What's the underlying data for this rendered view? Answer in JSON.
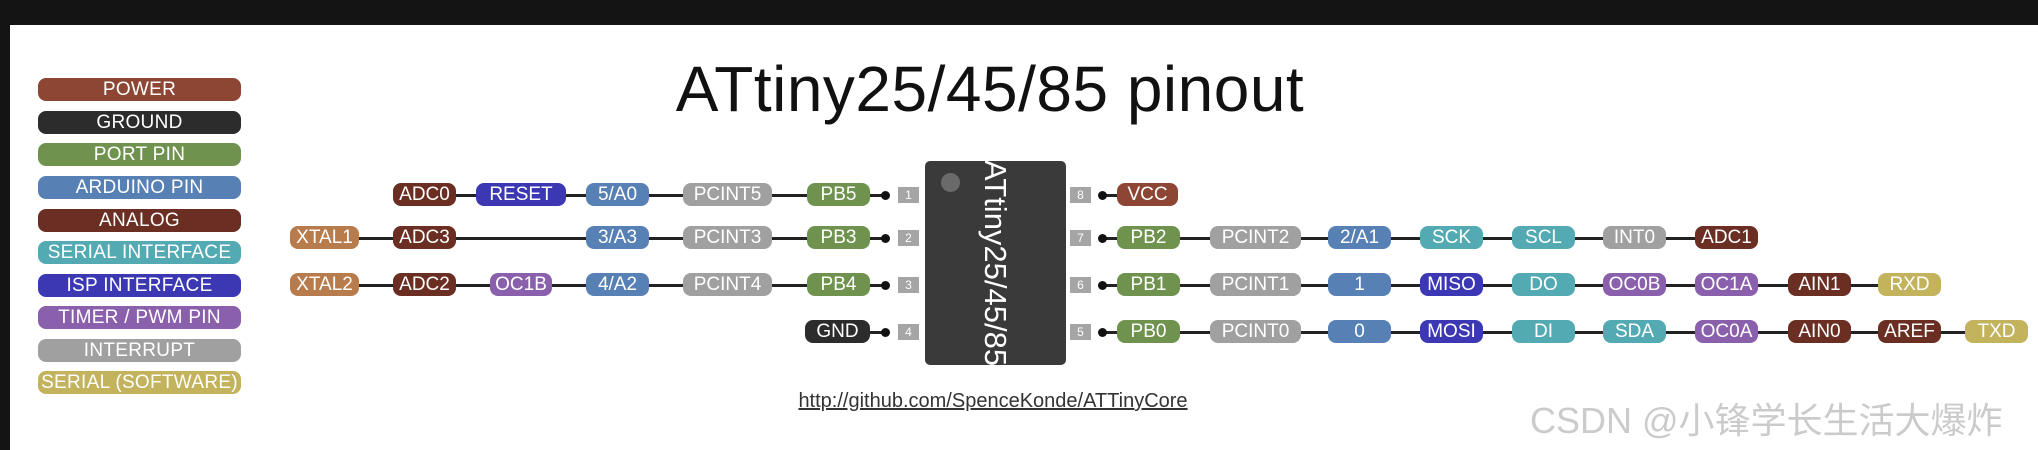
{
  "title": "ATtiny25/45/85 pinout",
  "chip": {
    "label": "ATtiny25/45/85"
  },
  "url": "http://github.com/SpenceKonde/ATTinyCore",
  "watermark": "CSDN @小锋学长生活大爆炸",
  "colors": {
    "power": "#8e4634",
    "ground": "#2c2c2c",
    "port": "#6f934e",
    "arduino": "#5780b5",
    "analog": "#6a2e22",
    "serial": "#54aab3",
    "isp": "#3c38b3",
    "timer": "#8a60ad",
    "interrupt": "#a0a0a0",
    "serialsw": "#c2b35c",
    "xtal": "#b77b4c"
  },
  "legend": [
    {
      "label": "POWER",
      "color": "#8e4634"
    },
    {
      "label": "GROUND",
      "color": "#2c2c2c"
    },
    {
      "label": "PORT PIN",
      "color": "#6f934e"
    },
    {
      "label": "ARDUINO PIN",
      "color": "#5780b5"
    },
    {
      "label": "ANALOG",
      "color": "#6a2e22"
    },
    {
      "label": "SERIAL INTERFACE",
      "color": "#54aab3"
    },
    {
      "label": "ISP INTERFACE",
      "color": "#3c38b3"
    },
    {
      "label": "TIMER / PWM PIN",
      "color": "#8a60ad"
    },
    {
      "label": "INTERRUPT",
      "color": "#a0a0a0"
    },
    {
      "label": "SERIAL (SOFTWARE)",
      "color": "#c2b35c"
    }
  ],
  "pins": {
    "p1": {
      "num": "1",
      "labels": [
        "ADC0",
        "RESET",
        "5/A0",
        "PCINT5",
        "PB5"
      ]
    },
    "p2": {
      "num": "2",
      "labels": [
        "XTAL1",
        "ADC3",
        "3/A3",
        "PCINT3",
        "PB3"
      ]
    },
    "p3": {
      "num": "3",
      "labels": [
        "XTAL2",
        "ADC2",
        "OC1B",
        "4/A2",
        "PCINT4",
        "PB4"
      ]
    },
    "p4": {
      "num": "4",
      "labels": [
        "GND"
      ]
    },
    "p8": {
      "num": "8",
      "labels": [
        "VCC"
      ]
    },
    "p7": {
      "num": "7",
      "labels": [
        "PB2",
        "PCINT2",
        "2/A1",
        "SCK",
        "SCL",
        "INT0",
        "ADC1"
      ]
    },
    "p6": {
      "num": "6",
      "labels": [
        "PB1",
        "PCINT1",
        "1",
        "MISO",
        "DO",
        "OC0B",
        "OC1A",
        "AIN1",
        "RXD"
      ]
    },
    "p5": {
      "num": "5",
      "labels": [
        "PB0",
        "PCINT0",
        "0",
        "MOSI",
        "DI",
        "SDA",
        "OC0A",
        "AIN0",
        "AREF",
        "TXD"
      ]
    }
  }
}
